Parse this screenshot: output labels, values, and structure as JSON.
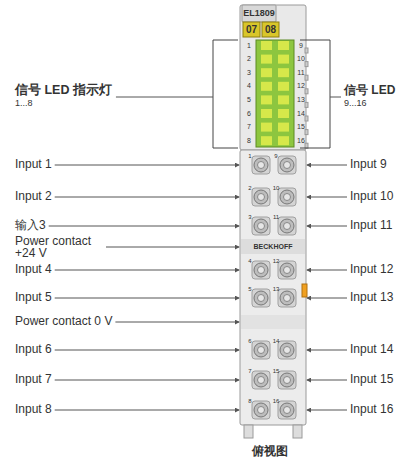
{
  "diagram": {
    "caption": "俯视图",
    "labels": [
      "EL1809",
      "07",
      "08",
      "信号 LED 指示灯",
      "1...8",
      "信号 LED",
      "9...16",
      "1",
      "2",
      "3",
      "4",
      "5",
      "6",
      "7",
      "8",
      "9",
      "10",
      "11",
      "12",
      "13",
      "14",
      "15",
      "16",
      "1",
      "2",
      "3",
      "4",
      "5",
      "6",
      "7",
      "8",
      "9",
      "10",
      "11",
      "12",
      "13",
      "14",
      "15",
      "16",
      "BECKHOFF",
      "Input 1",
      "Input 2",
      "输入3",
      "Power contact +24 V",
      "Input 4",
      "Input 5",
      "Power contact 0 V",
      "Input 6",
      "Input 7",
      "Input 8",
      "Input 9",
      "Input 10",
      "Input 11",
      "Input 12",
      "Input 13",
      "Input 14",
      "Input 15",
      "Input 16"
    ]
  }
}
